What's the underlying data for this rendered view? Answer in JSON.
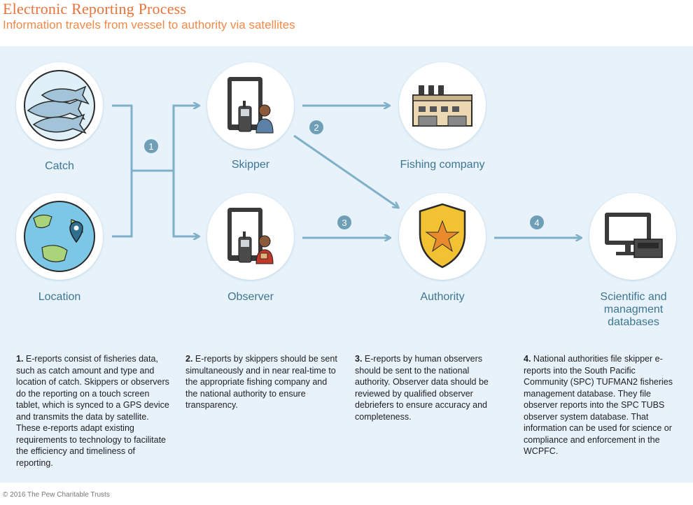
{
  "header": {
    "title": "Electronic Reporting Process",
    "subtitle": "Information travels from vessel to authority via satellites"
  },
  "nodes": {
    "catch": "Catch",
    "location": "Location",
    "skipper": "Skipper",
    "observer": "Observer",
    "fishing_company": "Fishing company",
    "authority": "Authority",
    "databases": "Scientific and managment databases"
  },
  "steps": [
    "1",
    "2",
    "3",
    "4"
  ],
  "notes": [
    {
      "num": "1.",
      "text": "E-reports consist of fisheries data, such as catch amount and type and location of catch. Skippers or observers do the reporting on a touch screen tablet, which is synced to a GPS device and transmits the data by satellite. These e-reports adapt existing requirements to technology to facilitate the efficiency and timeliness of reporting."
    },
    {
      "num": "2.",
      "text": "E-reports by skippers should be sent simultaneously and in near real-time to the appropriate fishing company and the national authority to ensure transparency."
    },
    {
      "num": "3.",
      "text": "E-reports by human observers should be sent to the national authority. Observer data should be reviewed by qualified observer debriefers to ensure accuracy and completeness."
    },
    {
      "num": "4.",
      "text": "National authorities file skipper e-reports into the South Pacific Community (SPC) TUFMAN2 fisheries management database. They file observer reports into the SPC TUBS observer system database. That information can be used for science or compliance and enforcement in the WCPFC."
    }
  ],
  "footer": "© 2016 The Pew Charitable Trusts",
  "colors": {
    "accent": "#e8743b",
    "arrow": "#7fb0c8",
    "label": "#3e7691",
    "panel": "#e7f2fb"
  }
}
